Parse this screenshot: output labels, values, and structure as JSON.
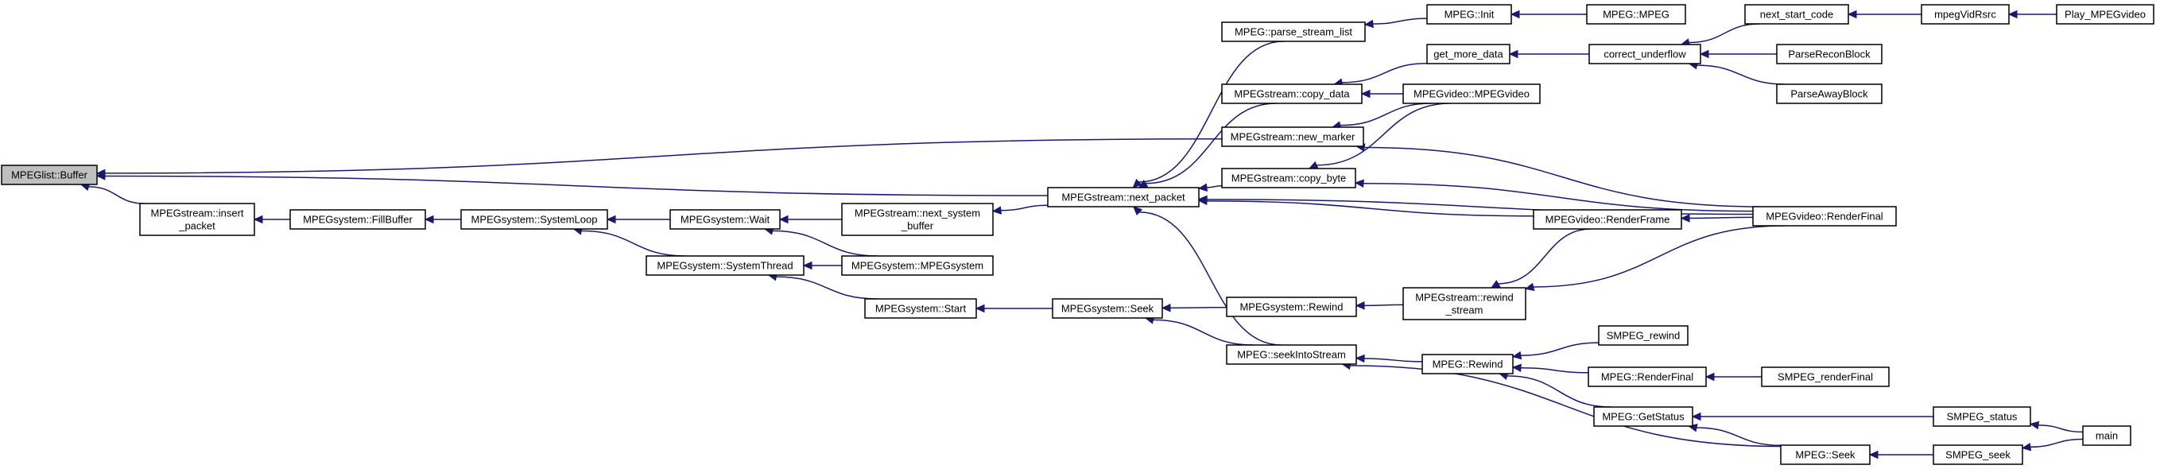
{
  "colors": {
    "edge": "#191970",
    "root_fill": "#bfbfbf",
    "node_fill": "#ffffff",
    "node_border": "#000000"
  },
  "nodes": [
    {
      "id": "buffer",
      "lines": [
        "MPEGlist::Buffer"
      ],
      "root": true
    },
    {
      "id": "insert_packet",
      "lines": [
        "MPEGstream::insert",
        "_packet"
      ]
    },
    {
      "id": "fillbuffer",
      "lines": [
        "MPEGsystem::FillBuffer"
      ]
    },
    {
      "id": "systemloop",
      "lines": [
        "MPEGsystem::SystemLoop"
      ]
    },
    {
      "id": "wait",
      "lines": [
        "MPEGsystem::Wait"
      ]
    },
    {
      "id": "systemthread",
      "lines": [
        "MPEGsystem::SystemThread"
      ]
    },
    {
      "id": "next_system_buffer",
      "lines": [
        "MPEGstream::next_system",
        "_buffer"
      ]
    },
    {
      "id": "mpegsystem_ctor",
      "lines": [
        "MPEGsystem::MPEGsystem"
      ]
    },
    {
      "id": "start",
      "lines": [
        "MPEGsystem::Start"
      ]
    },
    {
      "id": "next_packet",
      "lines": [
        "MPEGstream::next_packet"
      ]
    },
    {
      "id": "sys_seek",
      "lines": [
        "MPEGsystem::Seek"
      ]
    },
    {
      "id": "parse_stream_list",
      "lines": [
        "MPEG::parse_stream_list"
      ]
    },
    {
      "id": "copy_data",
      "lines": [
        "MPEGstream::copy_data"
      ]
    },
    {
      "id": "new_marker",
      "lines": [
        "MPEGstream::new_marker"
      ]
    },
    {
      "id": "copy_byte",
      "lines": [
        "MPEGstream::copy_byte"
      ]
    },
    {
      "id": "sys_rewind",
      "lines": [
        "MPEGsystem::Rewind"
      ]
    },
    {
      "id": "seekintostream",
      "lines": [
        "MPEG::seekIntoStream"
      ]
    },
    {
      "id": "mpeg_init",
      "lines": [
        "MPEG::Init"
      ]
    },
    {
      "id": "get_more_data",
      "lines": [
        "get_more_data"
      ]
    },
    {
      "id": "mpegvideo_ctor",
      "lines": [
        "MPEGvideo::MPEGvideo"
      ]
    },
    {
      "id": "rewind_stream",
      "lines": [
        "MPEGstream::rewind",
        "_stream"
      ]
    },
    {
      "id": "mpeg_rewind",
      "lines": [
        "MPEG::Rewind"
      ]
    },
    {
      "id": "mpeg_ctor",
      "lines": [
        "MPEG::MPEG"
      ]
    },
    {
      "id": "correct_underflow",
      "lines": [
        "correct_underflow"
      ]
    },
    {
      "id": "renderframe",
      "lines": [
        "MPEGvideo::RenderFrame"
      ]
    },
    {
      "id": "smpeg_rewind",
      "lines": [
        "SMPEG_rewind"
      ]
    },
    {
      "id": "mpeg_renderfinal",
      "lines": [
        "MPEG::RenderFinal"
      ]
    },
    {
      "id": "getstatus",
      "lines": [
        "MPEG::GetStatus"
      ]
    },
    {
      "id": "next_start_code",
      "lines": [
        "next_start_code"
      ]
    },
    {
      "id": "parsereconblock",
      "lines": [
        "ParseReconBlock"
      ]
    },
    {
      "id": "parseawayblock",
      "lines": [
        "ParseAwayBlock"
      ]
    },
    {
      "id": "video_renderfinal",
      "lines": [
        "MPEGvideo::RenderFinal"
      ]
    },
    {
      "id": "smpeg_renderfinal",
      "lines": [
        "SMPEG_renderFinal"
      ]
    },
    {
      "id": "mpeg_seek",
      "lines": [
        "MPEG::Seek"
      ]
    },
    {
      "id": "mpegvidrsrc",
      "lines": [
        "mpegVidRsrc"
      ]
    },
    {
      "id": "smpeg_status",
      "lines": [
        "SMPEG_status"
      ]
    },
    {
      "id": "smpeg_seek",
      "lines": [
        "SMPEG_seek"
      ]
    },
    {
      "id": "play_mpegvideo",
      "lines": [
        "Play_MPEGvideo"
      ]
    },
    {
      "id": "main",
      "lines": [
        "main"
      ]
    }
  ],
  "edges": [
    [
      "buffer",
      "insert_packet"
    ],
    [
      "buffer",
      "next_packet"
    ],
    [
      "buffer",
      "new_marker"
    ],
    [
      "insert_packet",
      "fillbuffer"
    ],
    [
      "fillbuffer",
      "systemloop"
    ],
    [
      "systemloop",
      "wait"
    ],
    [
      "systemloop",
      "systemthread"
    ],
    [
      "wait",
      "next_system_buffer"
    ],
    [
      "wait",
      "mpegsystem_ctor"
    ],
    [
      "systemthread",
      "mpegsystem_ctor"
    ],
    [
      "systemthread",
      "start"
    ],
    [
      "next_system_buffer",
      "next_packet"
    ],
    [
      "start",
      "sys_seek"
    ],
    [
      "next_packet",
      "parse_stream_list"
    ],
    [
      "next_packet",
      "copy_data"
    ],
    [
      "next_packet",
      "copy_byte"
    ],
    [
      "next_packet",
      "seekintostream"
    ],
    [
      "next_packet",
      "video_renderfinal"
    ],
    [
      "next_packet",
      "renderframe"
    ],
    [
      "sys_seek",
      "sys_rewind"
    ],
    [
      "sys_seek",
      "seekintostream"
    ],
    [
      "parse_stream_list",
      "mpeg_init"
    ],
    [
      "mpeg_init",
      "mpeg_ctor"
    ],
    [
      "copy_data",
      "get_more_data"
    ],
    [
      "copy_data",
      "mpegvideo_ctor"
    ],
    [
      "new_marker",
      "mpegvideo_ctor"
    ],
    [
      "new_marker",
      "video_renderfinal"
    ],
    [
      "copy_byte",
      "mpegvideo_ctor"
    ],
    [
      "copy_byte",
      "video_renderfinal"
    ],
    [
      "get_more_data",
      "correct_underflow"
    ],
    [
      "correct_underflow",
      "next_start_code"
    ],
    [
      "correct_underflow",
      "parsereconblock"
    ],
    [
      "correct_underflow",
      "parseawayblock"
    ],
    [
      "next_start_code",
      "mpegvidrsrc"
    ],
    [
      "mpegvidrsrc",
      "play_mpegvideo"
    ],
    [
      "sys_rewind",
      "rewind_stream"
    ],
    [
      "rewind_stream",
      "renderframe"
    ],
    [
      "rewind_stream",
      "video_renderfinal"
    ],
    [
      "renderframe",
      "video_renderfinal"
    ],
    [
      "seekintostream",
      "mpeg_rewind"
    ],
    [
      "seekintostream",
      "mpeg_seek"
    ],
    [
      "mpeg_rewind",
      "smpeg_rewind"
    ],
    [
      "mpeg_rewind",
      "mpeg_renderfinal"
    ],
    [
      "mpeg_rewind",
      "getstatus"
    ],
    [
      "mpeg_renderfinal",
      "smpeg_renderfinal"
    ],
    [
      "getstatus",
      "smpeg_status"
    ],
    [
      "getstatus",
      "mpeg_seek"
    ],
    [
      "mpeg_seek",
      "smpeg_seek"
    ],
    [
      "smpeg_status",
      "main"
    ],
    [
      "smpeg_seek",
      "main"
    ]
  ]
}
